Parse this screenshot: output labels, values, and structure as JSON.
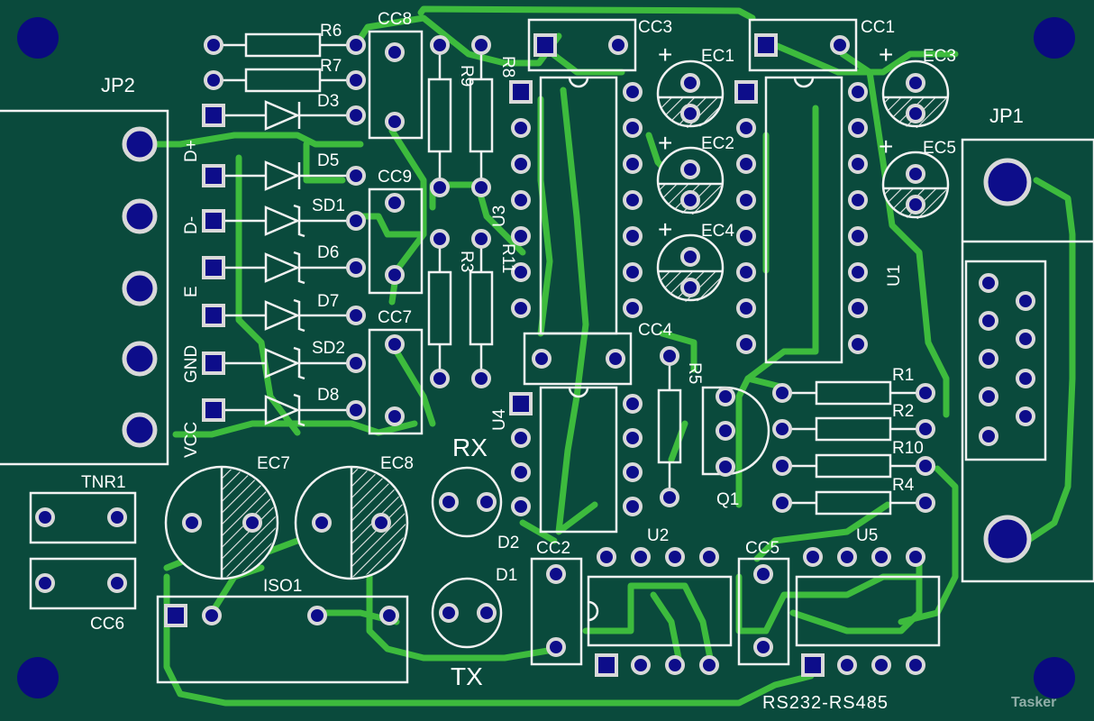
{
  "board": {
    "title": "RS232-RS485",
    "watermark": "Tasker",
    "colors": {
      "substrate": "#0a4a3c",
      "copper_trace": "#3dbb3d",
      "silkscreen": "#f2f2f2",
      "pad_ring": "#d9d9d9",
      "pad_hole": "#0d0d8a",
      "mount_hole": "#0a0a80"
    }
  },
  "components": {
    "JP2": "JP2",
    "JP1": "JP1",
    "R6": "R6",
    "R7": "R7",
    "R9": "R9",
    "R8": "R8",
    "R3": "R3",
    "R11": "R11",
    "R5": "R5",
    "R1": "R1",
    "R2": "R2",
    "R10": "R10",
    "R4": "R4",
    "D3": "D3",
    "D5": "D5",
    "SD1": "SD1",
    "D6": "D6",
    "D7": "D7",
    "SD2": "SD2",
    "D8": "D8",
    "D1": "D1",
    "D2": "D2",
    "CC8": "CC8",
    "CC9": "CC9",
    "CC7": "CC7",
    "CC3": "CC3",
    "CC1": "CC1",
    "CC4": "CC4",
    "CC2": "CC2",
    "CC5": "CC5",
    "CC6": "CC6",
    "EC1": "EC1",
    "EC2": "EC2",
    "EC3": "EC3",
    "EC4": "EC4",
    "EC5": "EC5",
    "EC7": "EC7",
    "EC8": "EC8",
    "U1": "U1",
    "U2": "U2",
    "U3": "U3",
    "U4": "U4",
    "U5": "U5",
    "Q1": "Q1",
    "TNR1": "TNR1",
    "ISO1": "ISO1",
    "RX": "RX",
    "TX": "TX"
  },
  "jp2_pins": [
    "D+",
    "D-",
    "E",
    "GND",
    "VCC"
  ],
  "polarity": "+"
}
